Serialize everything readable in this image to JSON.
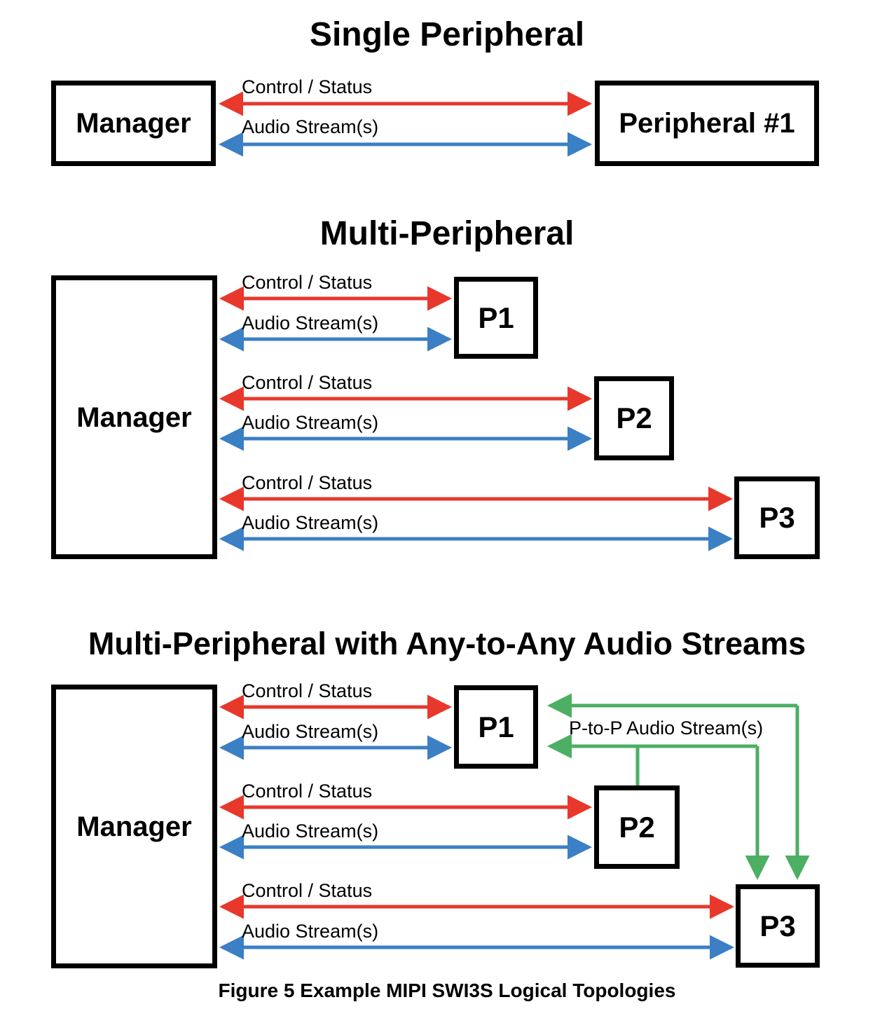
{
  "figure": {
    "caption": "Figure 5 Example MIPI SWI3S Logical Topologies",
    "colors": {
      "control_status": "#e8382c",
      "audio_stream": "#3b7fc4",
      "p_to_p_audio": "#4caf63",
      "node_border": "#000000",
      "background": "#ffffff"
    }
  },
  "sections": [
    {
      "title": "Single Peripheral",
      "nodes": [
        {
          "id": "manager",
          "label": "Manager"
        },
        {
          "id": "peripheral1",
          "label": "Peripheral #1"
        }
      ],
      "links": [
        {
          "from": "manager",
          "to": "peripheral1",
          "label": "Control / Status",
          "kind": "control",
          "direction": "bidirectional"
        },
        {
          "from": "manager",
          "to": "peripheral1",
          "label": "Audio Stream(s)",
          "kind": "audio",
          "direction": "bidirectional"
        }
      ]
    },
    {
      "title": "Multi-Peripheral",
      "nodes": [
        {
          "id": "manager",
          "label": "Manager"
        },
        {
          "id": "p1",
          "label": "P1"
        },
        {
          "id": "p2",
          "label": "P2"
        },
        {
          "id": "p3",
          "label": "P3"
        }
      ],
      "links": [
        {
          "from": "manager",
          "to": "p1",
          "label": "Control / Status",
          "kind": "control",
          "direction": "bidirectional"
        },
        {
          "from": "manager",
          "to": "p1",
          "label": "Audio Stream(s)",
          "kind": "audio",
          "direction": "bidirectional"
        },
        {
          "from": "manager",
          "to": "p2",
          "label": "Control / Status",
          "kind": "control",
          "direction": "bidirectional"
        },
        {
          "from": "manager",
          "to": "p2",
          "label": "Audio Stream(s)",
          "kind": "audio",
          "direction": "bidirectional"
        },
        {
          "from": "manager",
          "to": "p3",
          "label": "Control / Status",
          "kind": "control",
          "direction": "bidirectional"
        },
        {
          "from": "manager",
          "to": "p3",
          "label": "Audio Stream(s)",
          "kind": "audio",
          "direction": "bidirectional"
        }
      ]
    },
    {
      "title": "Multi-Peripheral with Any-to-Any Audio Streams",
      "nodes": [
        {
          "id": "manager",
          "label": "Manager"
        },
        {
          "id": "p1",
          "label": "P1"
        },
        {
          "id": "p2",
          "label": "P2"
        },
        {
          "id": "p3",
          "label": "P3"
        }
      ],
      "links": [
        {
          "from": "manager",
          "to": "p1",
          "label": "Control / Status",
          "kind": "control",
          "direction": "bidirectional"
        },
        {
          "from": "manager",
          "to": "p1",
          "label": "Audio Stream(s)",
          "kind": "audio",
          "direction": "bidirectional"
        },
        {
          "from": "manager",
          "to": "p2",
          "label": "Control / Status",
          "kind": "control",
          "direction": "bidirectional"
        },
        {
          "from": "manager",
          "to": "p2",
          "label": "Audio Stream(s)",
          "kind": "audio",
          "direction": "bidirectional"
        },
        {
          "from": "manager",
          "to": "p3",
          "label": "Control / Status",
          "kind": "control",
          "direction": "bidirectional"
        },
        {
          "from": "manager",
          "to": "p3",
          "label": "Audio Stream(s)",
          "kind": "audio",
          "direction": "bidirectional"
        },
        {
          "from": "p2",
          "to": "p1",
          "label": "P-to-P Audio Stream(s)",
          "kind": "p2p",
          "direction": "unidirectional"
        },
        {
          "from": "p3",
          "to": "p1",
          "label": "",
          "kind": "p2p",
          "direction": "unidirectional"
        },
        {
          "from": "p1",
          "to": "p3",
          "label": "",
          "kind": "p2p",
          "direction": "unidirectional"
        },
        {
          "from": "p2",
          "to": "p3",
          "label": "",
          "kind": "p2p",
          "direction": "unidirectional"
        }
      ]
    }
  ],
  "labels": {
    "control_status": "Control / Status",
    "audio_streams": "Audio Stream(s)",
    "p_to_p_audio_streams": "P-to-P Audio Stream(s)"
  }
}
